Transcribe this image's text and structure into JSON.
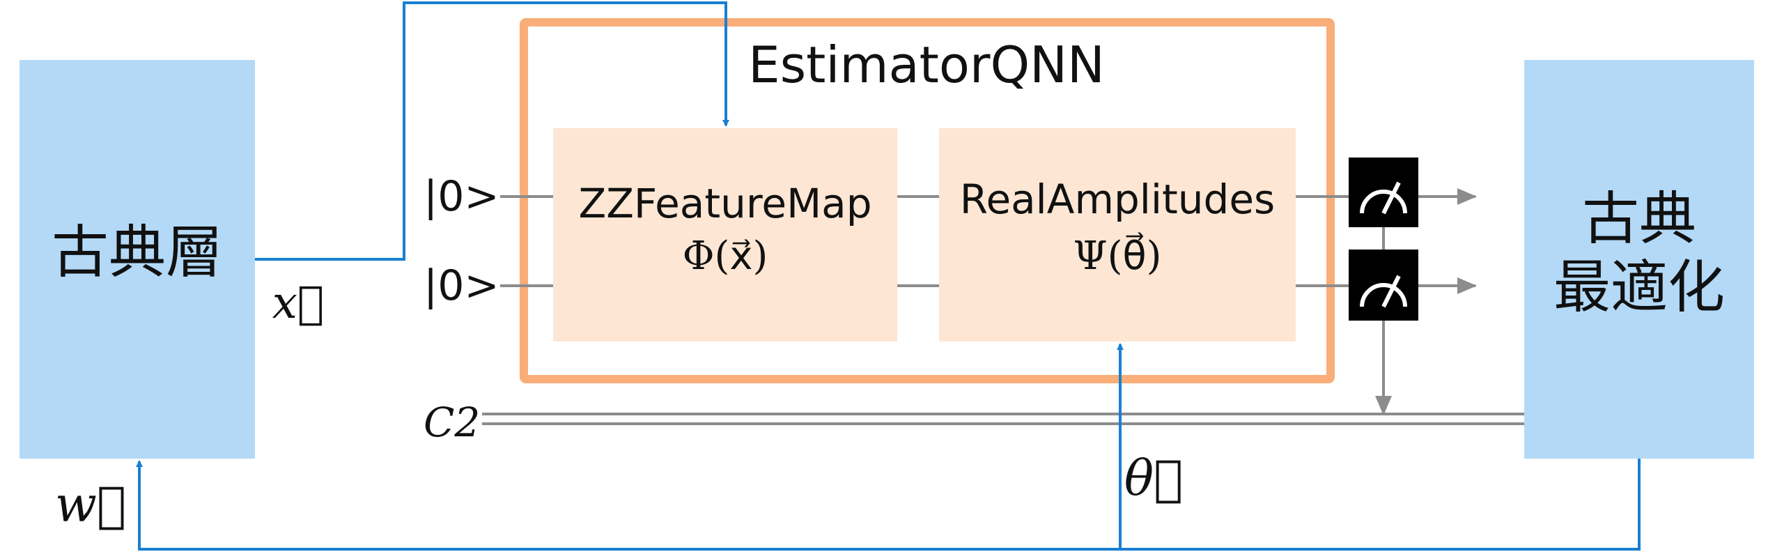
{
  "title": "EstimatorQNN",
  "classical_layer": {
    "label": "古典層"
  },
  "classical_optimizer": {
    "line1": "古典",
    "line2": "最適化"
  },
  "feature_map": {
    "name": "ZZFeatureMap",
    "formula": "Φ(x⃗)"
  },
  "ansatz": {
    "name": "RealAmplitudes",
    "formula": "Ψ(θ⃗)"
  },
  "qubits": [
    {
      "label": "|0>"
    },
    {
      "label": "|0>"
    }
  ],
  "classical_register": {
    "label": "C2"
  },
  "arrow_labels": {
    "x": "x⃗",
    "theta": "θ⃗",
    "w": "w⃗"
  },
  "colors": {
    "classical_box": "#b3d9f7",
    "quantum_box": "#fde6d4",
    "qnn_border": "#f9ad78",
    "data_arrow": "#1a7fd1",
    "wire": "#8c8c8c",
    "meter": "#000000"
  }
}
